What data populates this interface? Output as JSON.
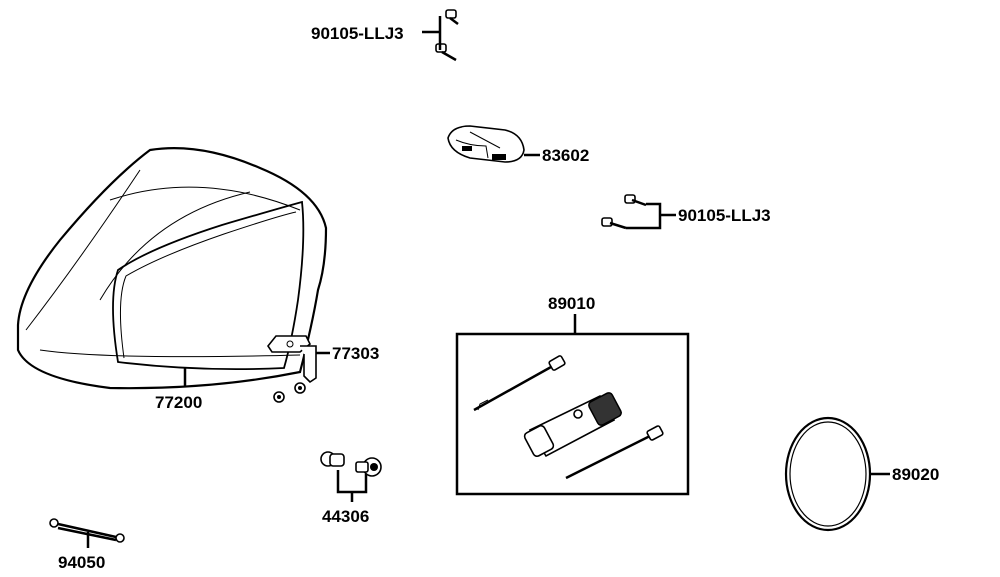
{
  "diagram": {
    "callouts": {
      "bolt_top": "90105-LLJ3",
      "cover": "83602",
      "bolt_mid": "90105-LLJ3",
      "tool_kit": "89010",
      "hinge": "77303",
      "seat": "77200",
      "bushing": "44306",
      "band": "89020",
      "strap": "94050"
    },
    "colors": {
      "line": "#000000",
      "background": "#ffffff",
      "shade": "#333333"
    },
    "icons": [
      "bolt-icon",
      "cover-icon",
      "seat-icon",
      "hinge-icon",
      "bushing-icon",
      "tool-kit-icon",
      "band-icon",
      "strap-icon"
    ]
  }
}
